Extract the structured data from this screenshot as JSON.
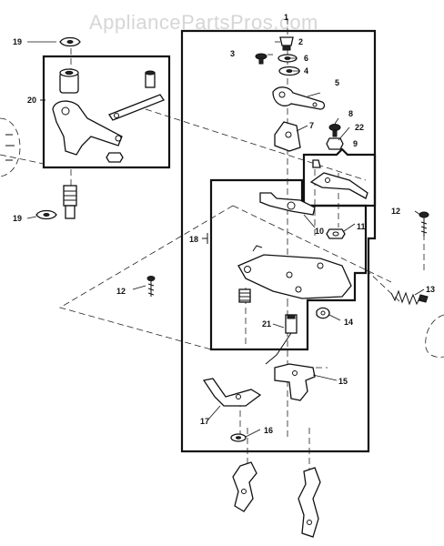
{
  "watermark": "AppliancePartsPros.com",
  "callouts": {
    "c1": "1",
    "c2": "2",
    "c3": "3",
    "c4": "4",
    "c5": "5",
    "c6": "6",
    "c7": "7",
    "c8": "8",
    "c9": "9",
    "c10": "10",
    "c11": "11",
    "c12a": "12",
    "c12b": "12",
    "c13": "13",
    "c14": "14",
    "c15": "15",
    "c16": "16",
    "c17": "17",
    "c18": "18",
    "c19a": "19",
    "c19b": "19",
    "c20": "20",
    "c21": "21",
    "c22": "22"
  }
}
